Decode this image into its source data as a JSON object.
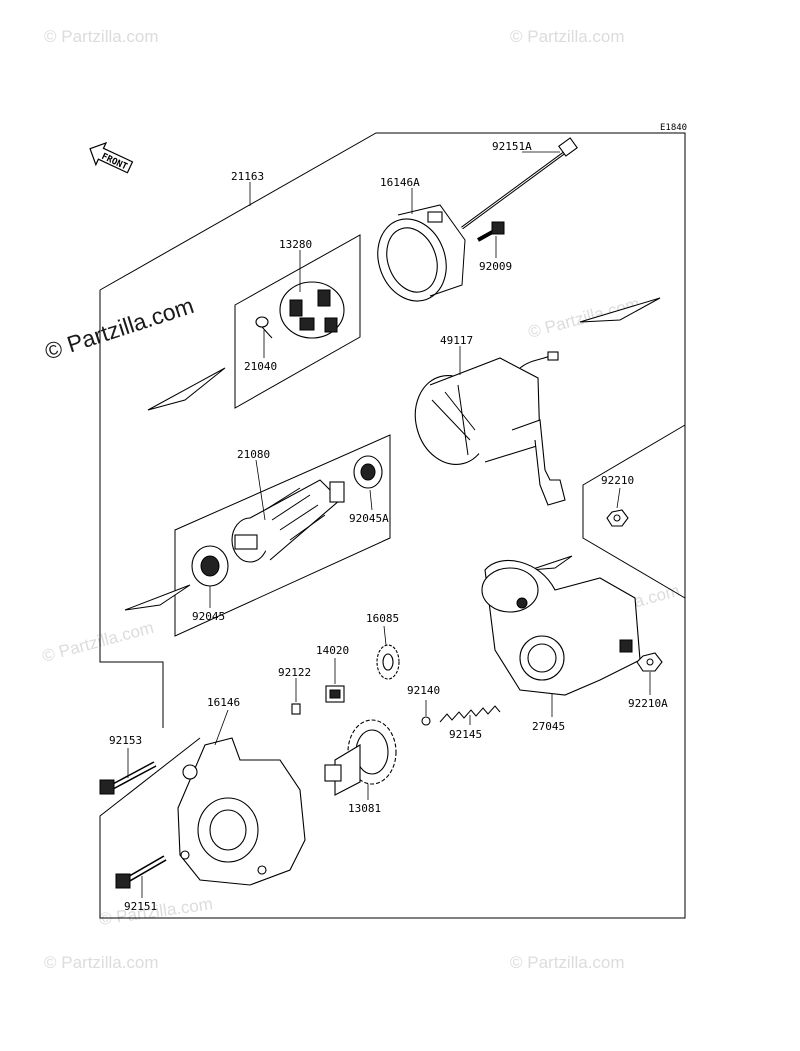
{
  "diagram": {
    "code": "E1840",
    "front_label": "FRONT",
    "watermark_main": "© Partzilla.com",
    "watermark_faint": "© Partzilla.com",
    "parts": [
      {
        "id": "p92151A",
        "label": "92151A"
      },
      {
        "id": "p21163",
        "label": "21163"
      },
      {
        "id": "p16146A",
        "label": "16146A"
      },
      {
        "id": "p13280",
        "label": "13280"
      },
      {
        "id": "p92009",
        "label": "92009"
      },
      {
        "id": "p21040",
        "label": "21040"
      },
      {
        "id": "p49117",
        "label": "49117"
      },
      {
        "id": "p21080",
        "label": "21080"
      },
      {
        "id": "p92045A",
        "label": "92045A"
      },
      {
        "id": "p92210",
        "label": "92210"
      },
      {
        "id": "p92045",
        "label": "92045"
      },
      {
        "id": "p16085",
        "label": "16085"
      },
      {
        "id": "p14020",
        "label": "14020"
      },
      {
        "id": "p92122",
        "label": "92122"
      },
      {
        "id": "p92140",
        "label": "92140"
      },
      {
        "id": "p92210A",
        "label": "92210A"
      },
      {
        "id": "p16146",
        "label": "16146"
      },
      {
        "id": "p92145",
        "label": "92145"
      },
      {
        "id": "p27045",
        "label": "27045"
      },
      {
        "id": "p92153",
        "label": "92153"
      },
      {
        "id": "p13081",
        "label": "13081"
      },
      {
        "id": "p92151",
        "label": "92151"
      }
    ]
  }
}
